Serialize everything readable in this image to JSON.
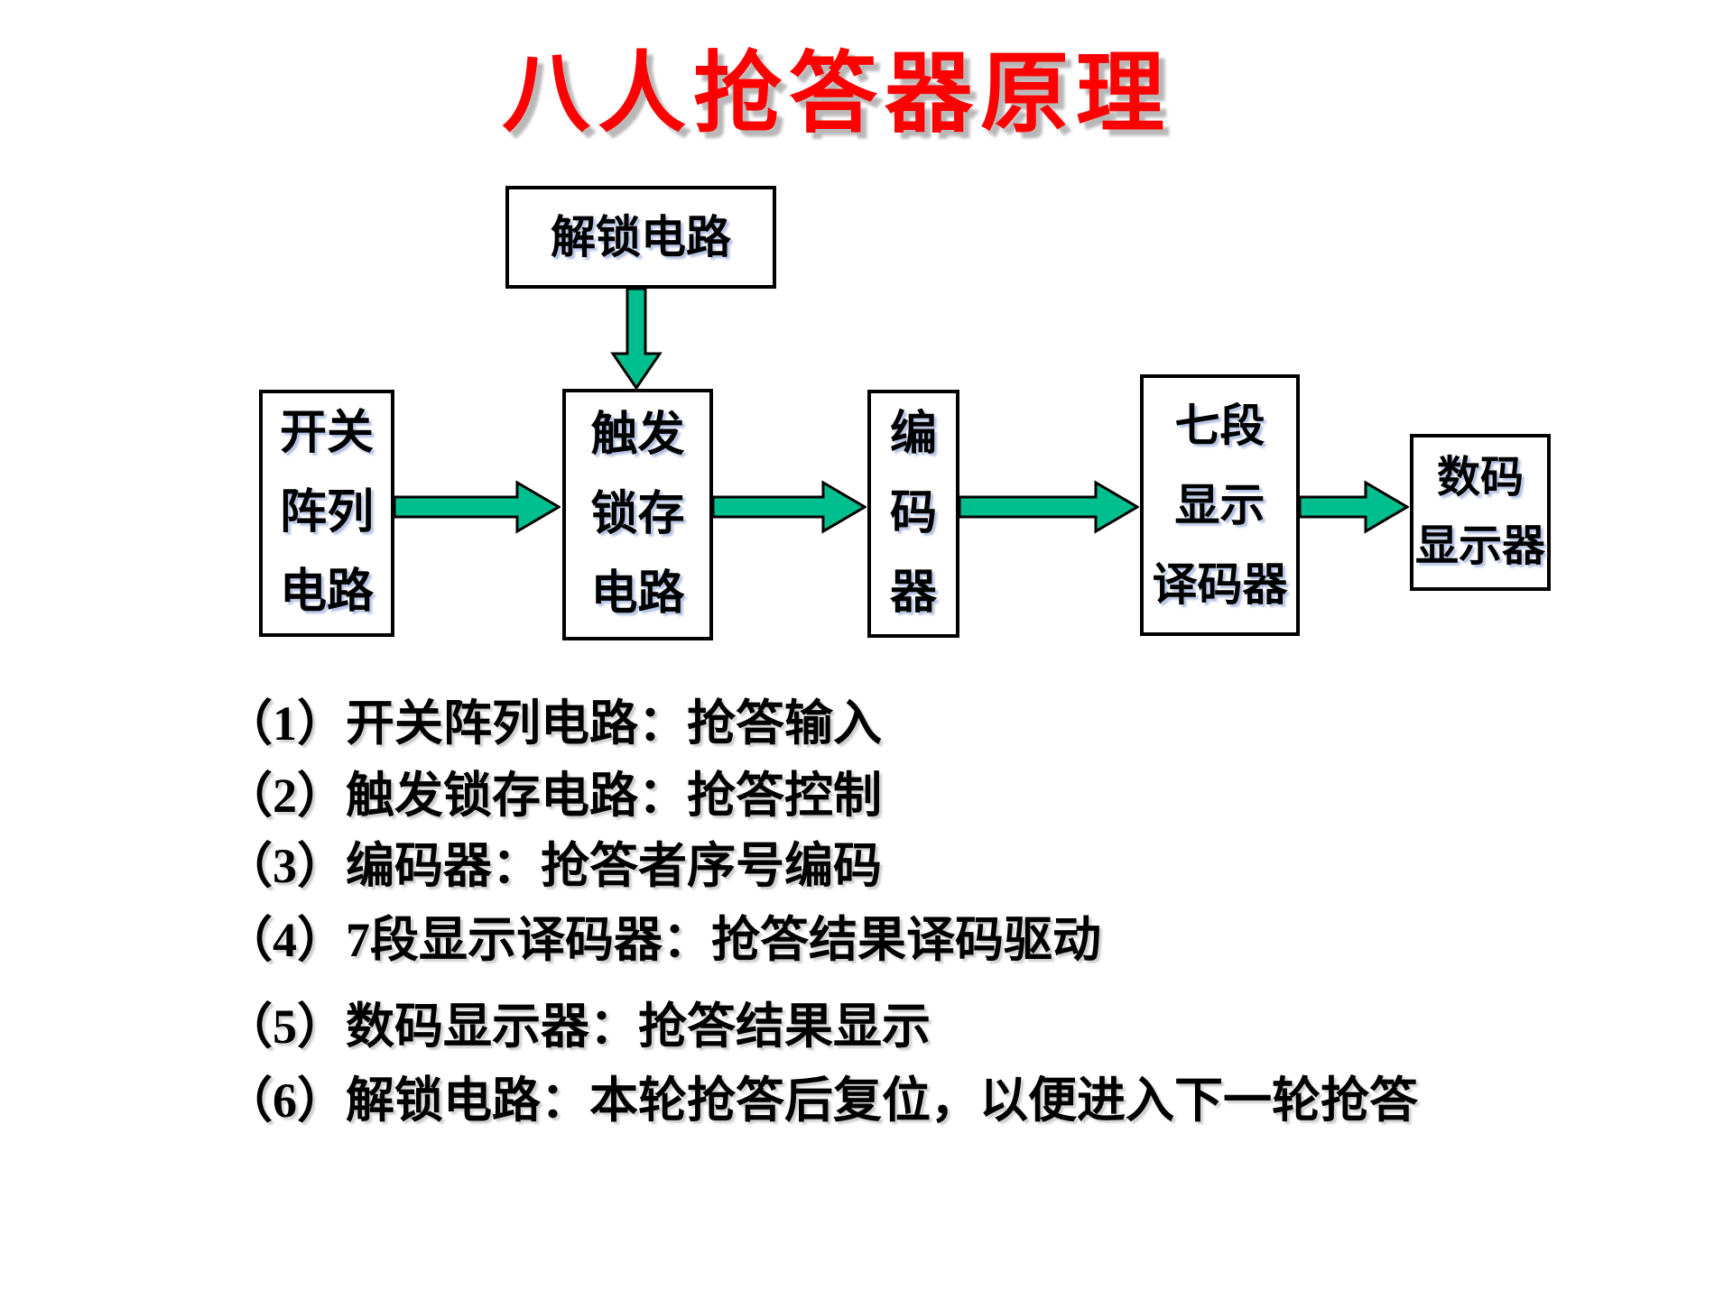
{
  "title": {
    "text": "八人抢答器原理",
    "color": "#FF0000"
  },
  "diagram": {
    "arrow_color": "#00BF8F",
    "border_color": "#000000",
    "unlock_box": {
      "label": "解锁电路"
    },
    "boxes": [
      {
        "id": "switch-array",
        "label": "开关\n阵列\n电路"
      },
      {
        "id": "trigger-latch",
        "label": "触发\n锁存\n电路"
      },
      {
        "id": "encoder",
        "label": "编\n码\n器"
      },
      {
        "id": "seven-seg-decoder",
        "label": "七段\n显示\n译码器"
      },
      {
        "id": "digital-display",
        "label": "数码\n显示器"
      }
    ]
  },
  "notes": {
    "items": [
      {
        "num": "（1）",
        "text": "开关阵列电路：抢答输入"
      },
      {
        "num": "（2）",
        "text": "触发锁存电路：抢答控制"
      },
      {
        "num": "（3）",
        "text": "编码器：抢答者序号编码"
      },
      {
        "num": "（4）",
        "text": "7段显示译码器：抢答结果译码驱动"
      },
      {
        "num": "（5）",
        "text": "数码显示器：抢答结果显示"
      },
      {
        "num": "（6）",
        "text": "解锁电路：本轮抢答后复位，以便进入下一轮抢答"
      }
    ]
  }
}
